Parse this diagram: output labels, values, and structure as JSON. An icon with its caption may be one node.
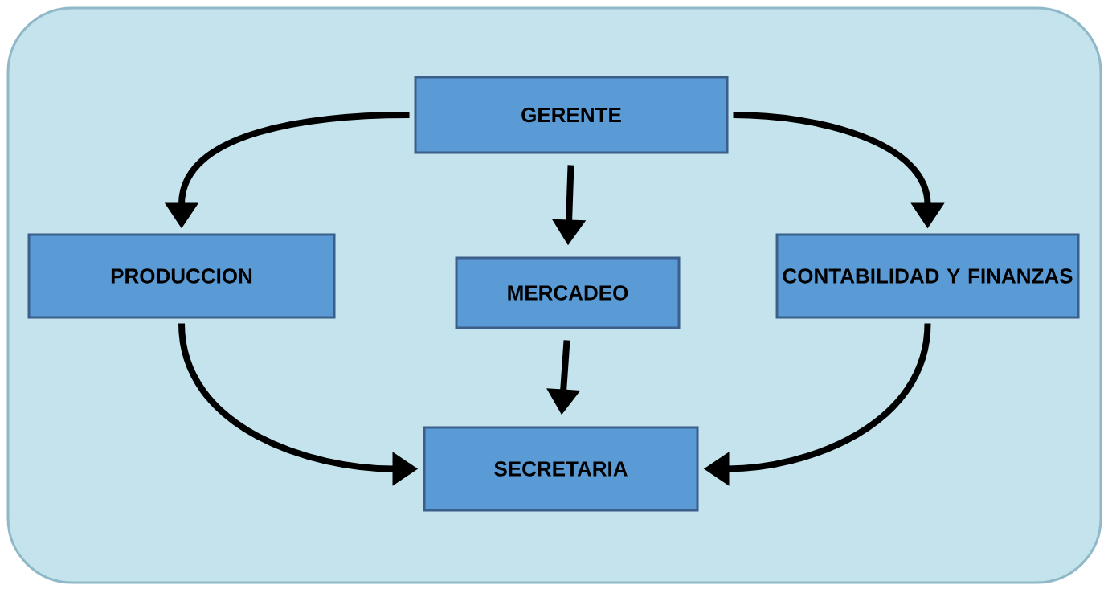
{
  "diagram": {
    "nodes": [
      {
        "text": [
          "GERENTE"
        ]
      },
      {
        "text": [
          "PRODUCCION"
        ]
      },
      {
        "text": [
          "MERCADEO"
        ]
      },
      {
        "text": [
          "CONTABILIDAD Y FINANZAS"
        ]
      },
      {
        "text": [
          "SECRETARIA"
        ]
      }
    ],
    "edges": [
      {
        "from": 0,
        "to": 1,
        "arrow": "to"
      },
      {
        "from": 0,
        "to": 2,
        "arrow": "to"
      },
      {
        "from": 0,
        "to": 3,
        "arrow": "to"
      },
      {
        "from": 1,
        "to": 4,
        "arrow": "to"
      },
      {
        "from": 2,
        "to": 4,
        "arrow": "to"
      },
      {
        "from": 3,
        "to": 4,
        "arrow": "to"
      }
    ]
  }
}
